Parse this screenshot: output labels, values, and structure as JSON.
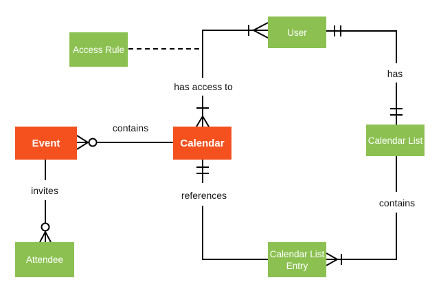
{
  "colors": {
    "entity_green": "#8CC152",
    "entity_orange": "#F4511E",
    "entity_text": "#FFFFFF",
    "line": "#000000",
    "label_text": "#161616",
    "background": "#FFFFFF"
  },
  "entities": [
    {
      "id": "access-rule",
      "label": "Access Rule",
      "color": "green"
    },
    {
      "id": "user",
      "label": "User",
      "color": "green"
    },
    {
      "id": "event",
      "label": "Event",
      "color": "orange"
    },
    {
      "id": "calendar",
      "label": "Calendar",
      "color": "orange"
    },
    {
      "id": "calendar-list",
      "label": "Calendar List",
      "color": "green"
    },
    {
      "id": "attendee",
      "label": "Attendee",
      "color": "green"
    },
    {
      "id": "calendar-list-entry",
      "label": "Calendar List Entry",
      "color": "green"
    }
  ],
  "relationships": [
    {
      "label": "has access to",
      "from": "Calendar",
      "to": "User",
      "from_cardinality": "one-or-many",
      "to_cardinality": "one-or-many",
      "line_style": "solid"
    },
    {
      "label": "has",
      "from": "User",
      "to": "Calendar List",
      "from_cardinality": "exactly-one",
      "to_cardinality": "exactly-one",
      "line_style": "solid"
    },
    {
      "label": "contains",
      "from": "Calendar",
      "to": "Event",
      "from_cardinality": "none",
      "to_cardinality": "zero-or-many",
      "line_style": "solid"
    },
    {
      "label": "invites",
      "from": "Event",
      "to": "Attendee",
      "from_cardinality": "none",
      "to_cardinality": "zero-or-many",
      "line_style": "solid"
    },
    {
      "label": "references",
      "from": "Calendar",
      "to": "Calendar List Entry",
      "from_cardinality": "exactly-one",
      "to_cardinality": "none",
      "line_style": "solid"
    },
    {
      "label": "contains",
      "from": "Calendar List",
      "to": "Calendar List Entry",
      "from_cardinality": "none",
      "to_cardinality": "one-or-many",
      "line_style": "solid"
    }
  ],
  "association": {
    "from": "Access Rule",
    "attached_to": "has access to",
    "line_style": "dashed"
  }
}
